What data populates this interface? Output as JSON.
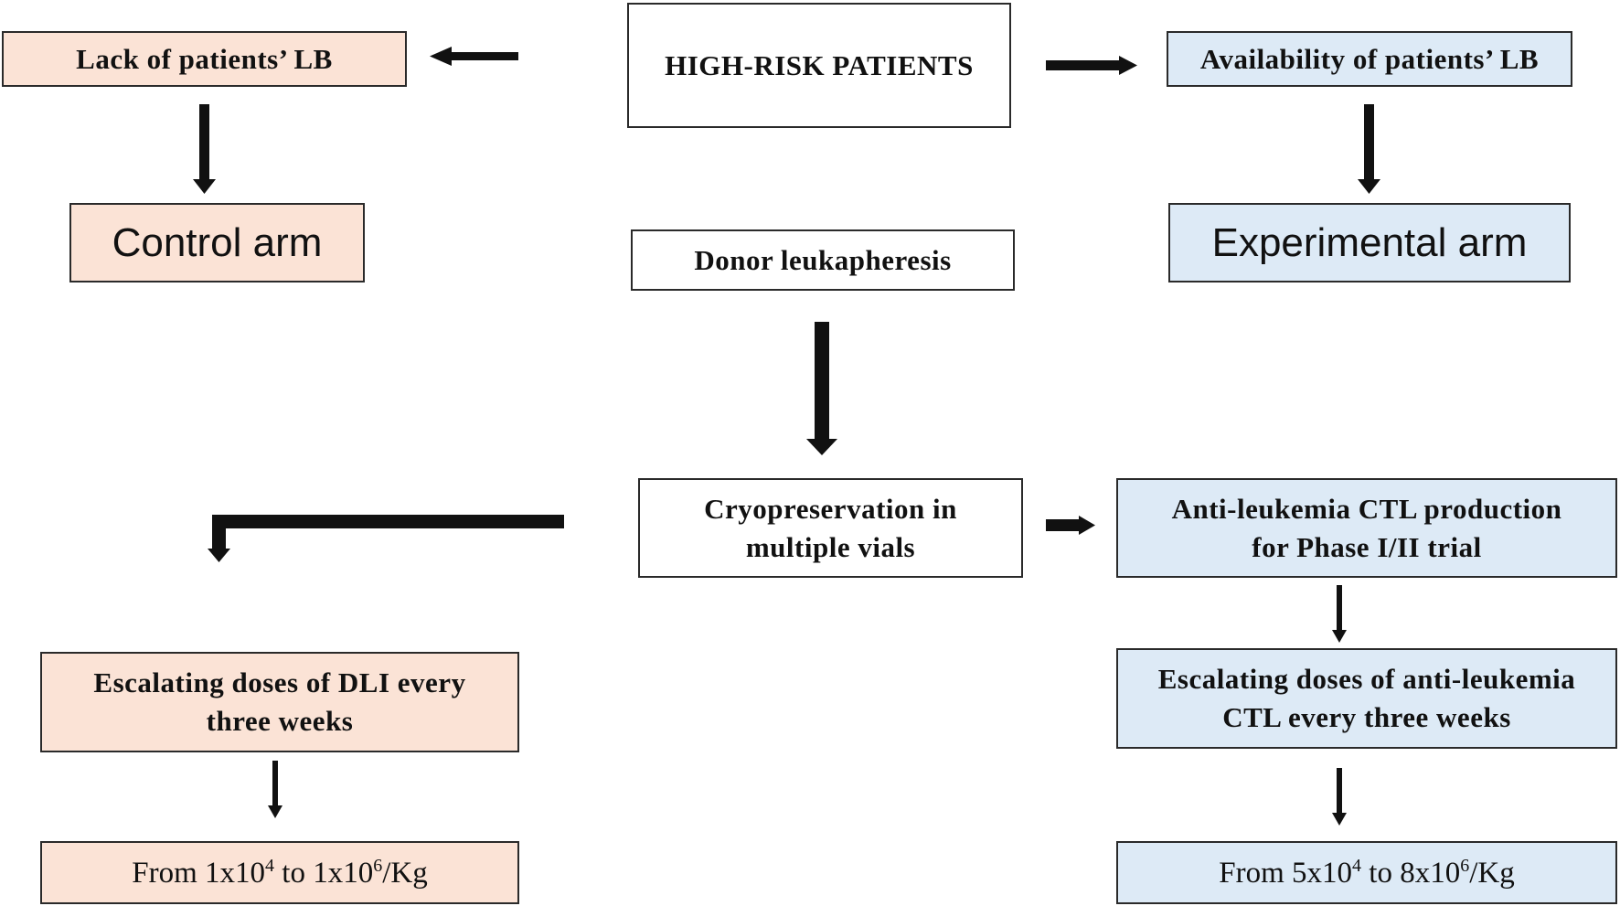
{
  "diagram": {
    "center": {
      "high_risk": "HIGH-RISK PATIENTS",
      "donor": "Donor leukapheresis",
      "cryo_line1": "Cryopreservation  in",
      "cryo_line2": "multiple  vials"
    },
    "left": {
      "lack_lb": "Lack of patients’ LB",
      "control_arm": "Control arm",
      "dli_line1": "Escalating  doses of DLI every",
      "dli_line2": "three weeks",
      "dose_from": "From  1x10",
      "dose_exp1": "4",
      "dose_to": " to  1x10",
      "dose_exp2": "6",
      "dose_unit": "/Kg"
    },
    "right": {
      "avail_lb": "Availability  of patients’ LB",
      "experimental_arm": "Experimental arm",
      "ctl_line1": "Anti-leukemia  CTL production",
      "ctl_line2": "for Phase I/II trial",
      "esc_line1": "Escalating  doses of anti-leukemia",
      "esc_line2": "CTL  every three weeks",
      "dose_from": "From  5x10",
      "dose_exp1": "4",
      "dose_to": " to  8x10",
      "dose_exp2": "6",
      "dose_unit": "/Kg"
    },
    "colors": {
      "control_fill": "#fbe3d6",
      "experimental_fill": "#ddeaf6",
      "arrow": "#111111"
    }
  }
}
